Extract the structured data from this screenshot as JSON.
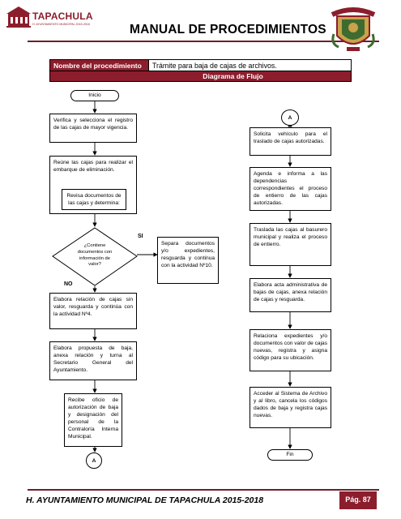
{
  "header": {
    "logo_text": "TAPACHULA",
    "logo_subtext": "H. AYUNTAMIENTO MUNICIPAL 2015-2018",
    "title": "MANUAL DE PROCEDIMIENTOS"
  },
  "procedure": {
    "name_label": "Nombre del procedimiento",
    "name_value": "Trámite para baja de cajas de archivos.",
    "diagram_title": "Diagrama de Flujo"
  },
  "flow": {
    "start": "Inicio",
    "connector_a": "A",
    "step1": "Verifica y selecciona el registro de las cajas de mayor vigencia.",
    "step2_outer": "Reúne las cajas para realizar el embarque de eliminación.",
    "step2_inner": "Revisa documentos de las cajas y determina:",
    "decision": "¿Contiene documentos con información de valor?",
    "yes_label": "SI",
    "no_label": "NO",
    "yes_step": "Separa documentos y/o expedientes, resguarda y continua con la actividad Nº10.",
    "no_step": "Elabora relación de cajas sin valor, resguarda y continúa con la actividad Nº4.",
    "step4": "Elabora propuesta de baja, anexa relación y turna al Secretario General del Ayuntamiento.",
    "step5": "Recibe oficio de autorización de baja y designación del personal de la Contraloría Interna Municipal.",
    "connector_a_bottom": "A",
    "right_connector": "A",
    "r1": "Solicita vehículo para el traslado de cajas autorizadas.",
    "r2": "Agenda e informa a las dependencias correspondientes el proceso de entierro de las cajas autorizadas.",
    "r3": "Traslada las cajas al basurero municipal y realiza el proceso de entierro.",
    "r4": "Elabora acta administrativa de bajas de cajas, anexa relación de cajas y resguarda.",
    "r5": "Relaciona expedientes y/o documentos con valor de cajas nuevas, registra y asigna código para su ubicación.",
    "r6": "Acceder al Sistema de Archivo y al libro, cancela los códigos dados de baja y registra cajas nuevas.",
    "end": "Fin"
  },
  "footer": {
    "text": "H. AYUNTAMIENTO MUNICIPAL DE TAPACHULA 2015-2018",
    "page": "Pág. 87"
  },
  "colors": {
    "brand": "#8c1d2c",
    "rule": "#6b1f2c"
  }
}
